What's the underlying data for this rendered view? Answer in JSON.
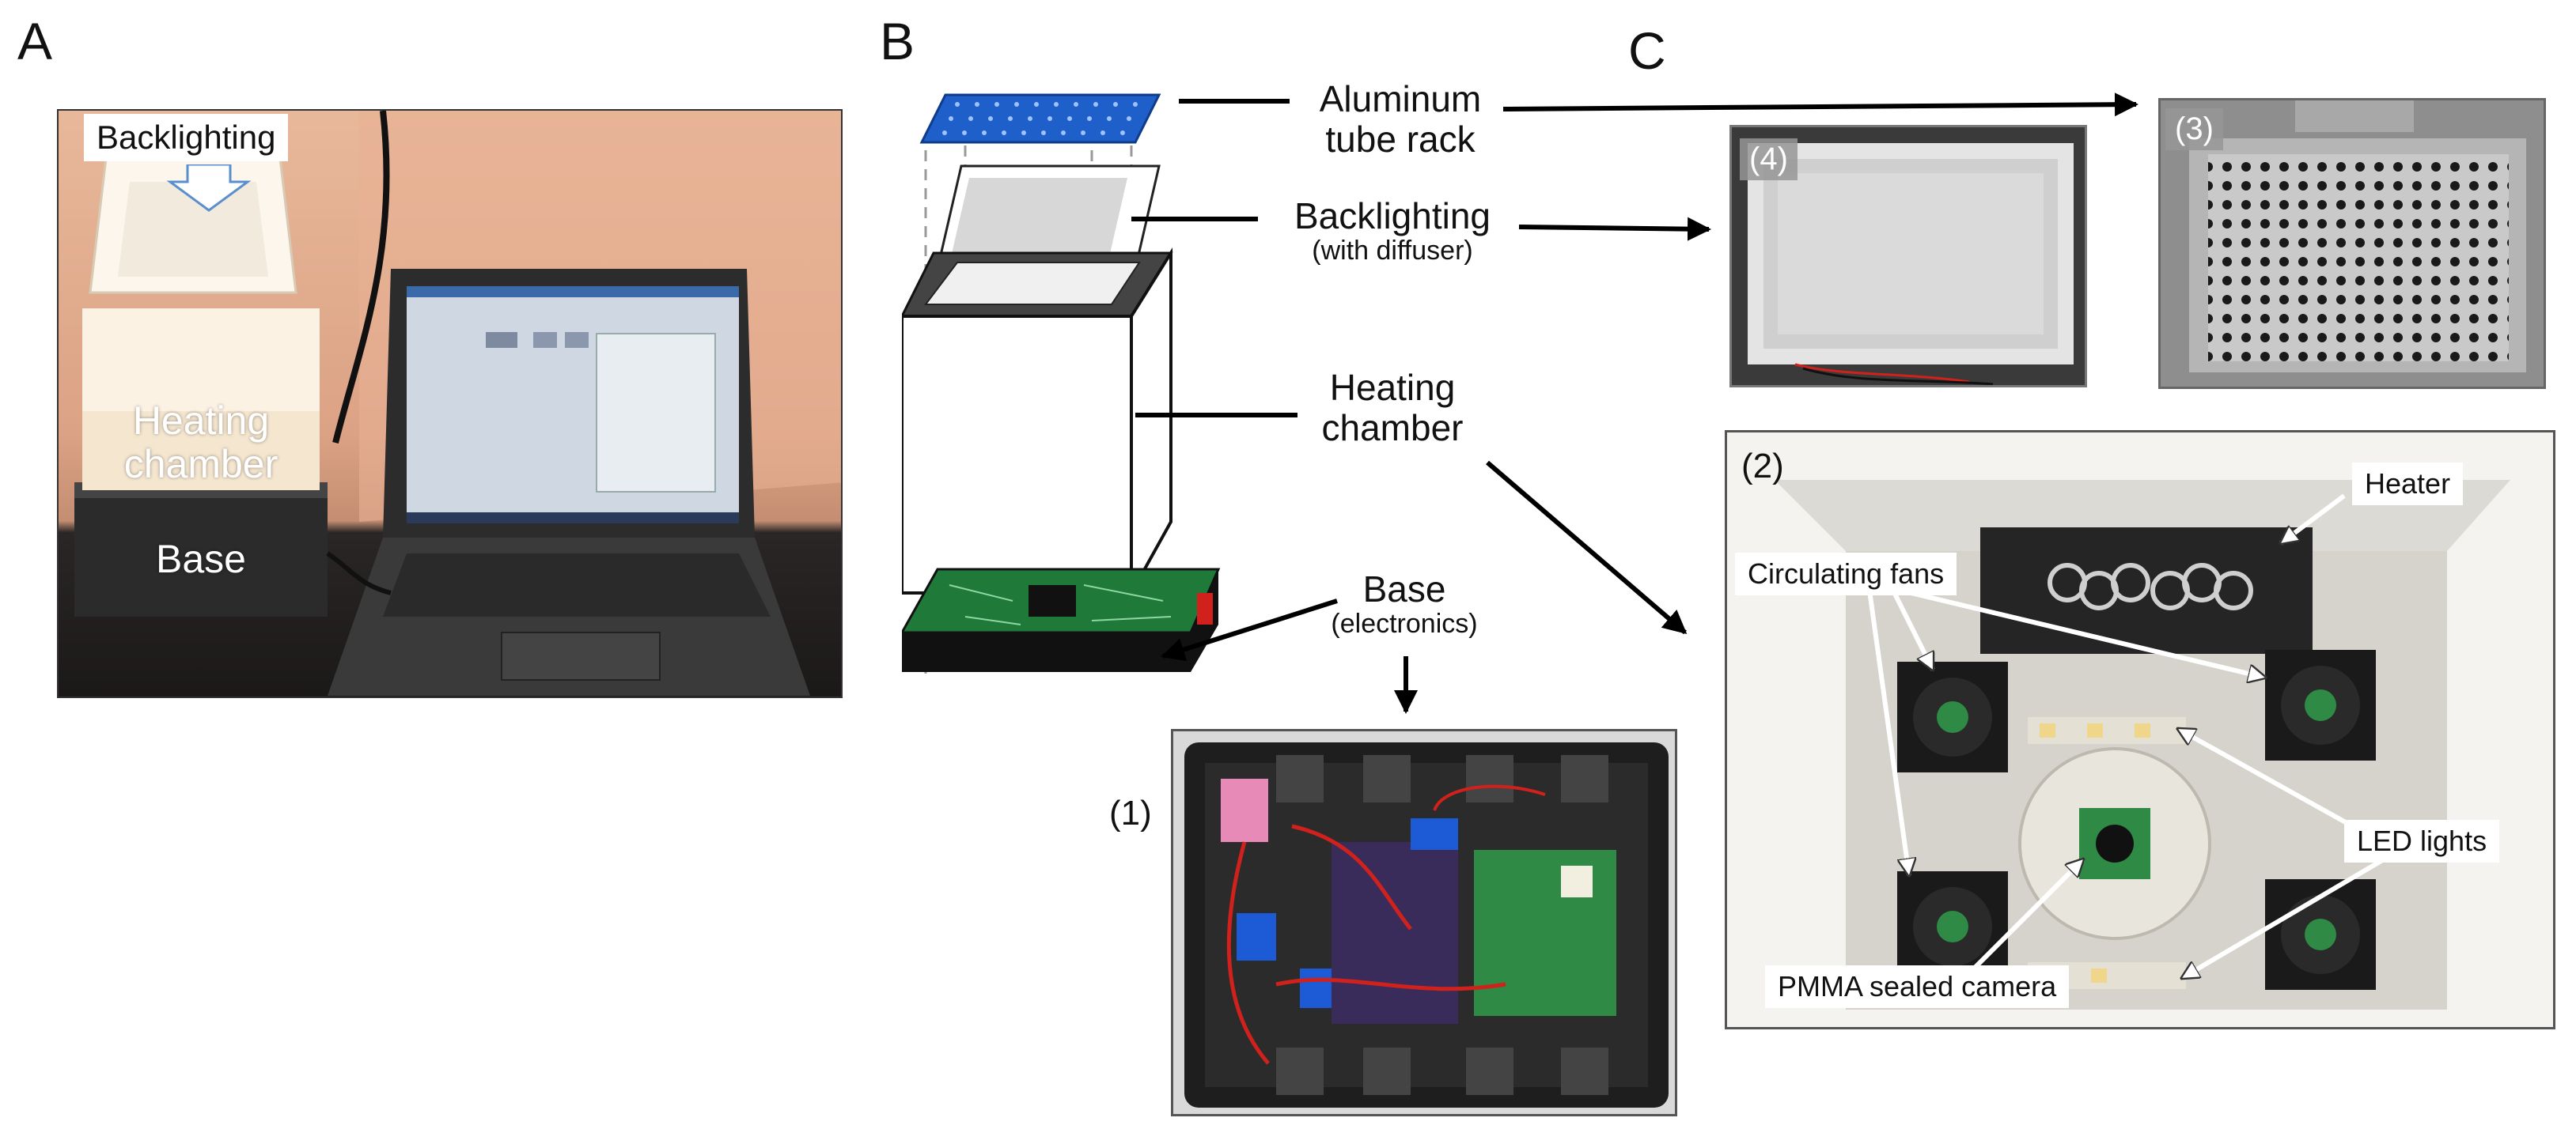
{
  "panels": {
    "a": "A",
    "b": "B",
    "c": "C"
  },
  "photo_a": {
    "backlighting": "Backlighting",
    "heating_line1": "Heating",
    "heating_line2": "chamber",
    "base": "Base"
  },
  "diagram_b": {
    "aluminum_line1": "Aluminum",
    "aluminum_line2": "tube rack",
    "backlighting": "Backlighting",
    "backlighting_sub": "(with diffuser)",
    "heating_line1": "Heating",
    "heating_line2": "chamber",
    "base": "Base",
    "base_sub": "(electronics)"
  },
  "photo_labels": {
    "p1": "(1)",
    "p2": "(2)",
    "p3": "(3)",
    "p4": "(4)"
  },
  "photo_2_callouts": {
    "heater": "Heater",
    "fans": "Circulating fans",
    "led": "LED lights",
    "camera": "PMMA sealed camera"
  },
  "colors": {
    "rack_blue": "#1f5fc9",
    "pcb_green": "#1f7a3a",
    "switch_red": "#d0211c"
  }
}
